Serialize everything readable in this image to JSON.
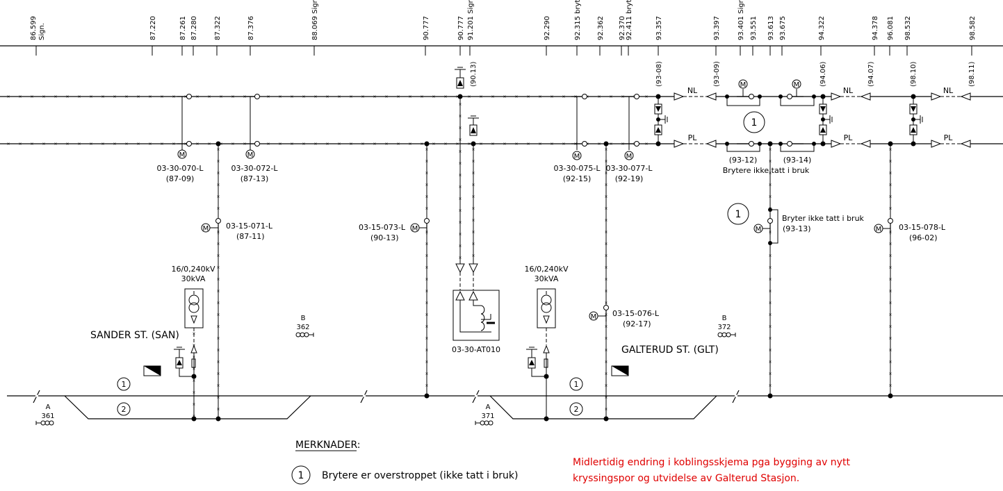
{
  "ruler": {
    "ticks": [
      "86.599",
      "87.220",
      "87.261",
      "87.280",
      "87.322",
      "87.376",
      "88.069 Sign",
      "90.777",
      "90.777",
      "91.201 Sign.",
      "92.290",
      "92.315 bryte",
      "92.362",
      "92.370",
      "92.411 bryte",
      "93.357",
      "93.397",
      "93.401 Sign.",
      "93.551",
      "93.613",
      "93.675",
      "94.322",
      "94.378",
      "96.081",
      "98.532",
      "98.582"
    ],
    "first_suffix": "Sign."
  },
  "lines": {
    "nl": "NL",
    "pl": "PL"
  },
  "switch_ids": {
    "s9308": "(93-08)",
    "s9309": "(93-09)",
    "s9406": "(94.06)",
    "s9407": "(94.07)",
    "s9810": "(98.10)",
    "s9811": "(98.11)",
    "s9013": "(90.13)",
    "s9312": "(93-12)",
    "s9314": "(93-14)"
  },
  "switches": [
    {
      "id": "03-30-070-L",
      "ref": "(87-09)"
    },
    {
      "id": "03-30-072-L",
      "ref": "(87-13)"
    },
    {
      "id": "03-15-071-L",
      "ref": "(87-11)"
    },
    {
      "id": "03-15-073-L",
      "ref": "(90-13)"
    },
    {
      "id": "03-30-075-L",
      "ref": "(92-15)"
    },
    {
      "id": "03-30-077-L",
      "ref": "(92-19)"
    },
    {
      "id": "03-15-076-L",
      "ref": "(92-17)"
    },
    {
      "id": "03-15-078-L",
      "ref": "(96-02)"
    }
  ],
  "notes_inline": {
    "not_in_use_plural": "Brytere ikke tatt i bruk",
    "not_in_use_single": "Bryter ikke tatt i bruk",
    "ref_9313": "(93-13)",
    "marker": "1"
  },
  "motor_label": "M",
  "transformers": [
    {
      "rating": "16/0,240kV",
      "power": "30kVA"
    },
    {
      "rating": "16/0,240kV",
      "power": "30kVA"
    }
  ],
  "autotransformer": "03-30-AT010",
  "stations": {
    "sander": "SANDER ST. (SAN)",
    "galterud": "GALTERUD ST. (GLT)"
  },
  "signals": [
    {
      "letter": "A",
      "number": "361"
    },
    {
      "letter": "B",
      "number": "362"
    },
    {
      "letter": "A",
      "number": "371"
    },
    {
      "letter": "B",
      "number": "372"
    }
  ],
  "tracks": {
    "track1": "1",
    "track2": "2"
  },
  "legend": {
    "title": "MERKNADER:",
    "marker": "1",
    "text": "Brytere er overstroppet (ikke tatt i bruk)"
  },
  "revision_note": {
    "line1": "Midlertidig endring i koblingsskjema pga bygging av nytt",
    "line2": "kryssingspor og utvidelse av Galterud Stasjon.",
    "color": "#e00000"
  }
}
